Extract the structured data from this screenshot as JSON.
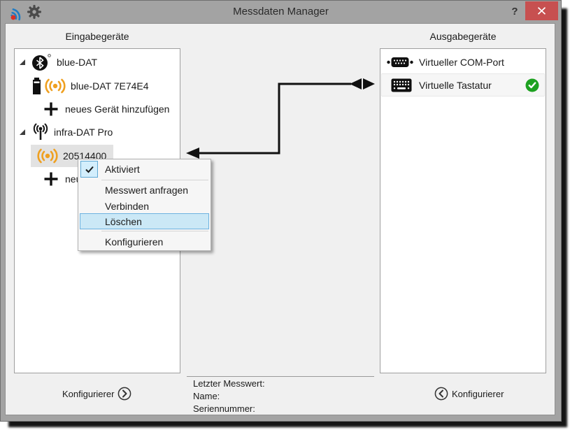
{
  "titlebar": {
    "title": "Messdaten Manager",
    "help": "?"
  },
  "input_panel": {
    "header": "Eingabegeräte",
    "configure": "Konfigurierer",
    "tree": [
      {
        "label": "blue-DAT",
        "icon": "bluetooth-icon",
        "expanded": true
      },
      {
        "label": "blue-DAT 7E74E4",
        "icon": "battery-and-signal-icon"
      },
      {
        "label": "neues Gerät hinzufügen",
        "icon": "plus-icon"
      },
      {
        "label": "infra-DAT Pro",
        "icon": "antenna-icon",
        "expanded": true
      },
      {
        "label": "20514400",
        "icon": "signal-icon",
        "selected": true
      },
      {
        "label": "neues Gerät hinzufügen",
        "icon": "plus-icon"
      }
    ]
  },
  "output_panel": {
    "header": "Ausgabegeräte",
    "configure": "Konfigurierer",
    "items": [
      {
        "label": "Virtueller COM-Port",
        "icon": "com-port-icon"
      },
      {
        "label": "Virtuelle Tastatur",
        "icon": "keyboard-icon",
        "status": "aktiv-check"
      }
    ]
  },
  "context_menu": {
    "items": [
      {
        "label": "Aktiviert",
        "checked": true
      },
      {
        "label": "Messwert anfragen"
      },
      {
        "label": "Verbinden"
      },
      {
        "label": "Löschen",
        "highlighted": true
      },
      {
        "label": "Konfigurieren"
      }
    ]
  },
  "info_panel": {
    "rows": [
      "Letzter Messwert:",
      "Name:",
      "Seriennummer:"
    ]
  },
  "colors": {
    "accent_orange": "#EFA020",
    "selection_blue": "#CBE8F6",
    "status_green": "#1DA120",
    "close_red": "#C75050",
    "titlebar_gray": "#A3A3A3"
  }
}
